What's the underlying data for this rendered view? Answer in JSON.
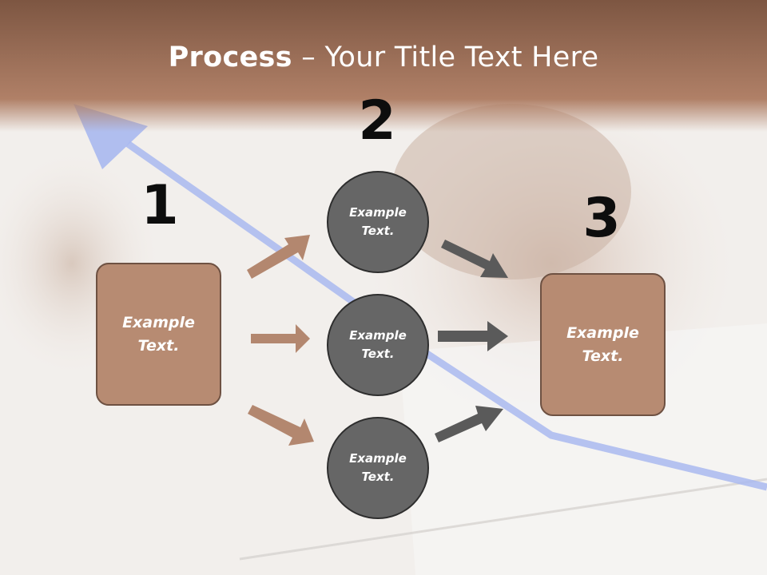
{
  "title": {
    "bold": "Process",
    "rest": " – Your Title Text Here"
  },
  "steps": {
    "one": "1",
    "two": "2",
    "three": "3"
  },
  "left_box": {
    "line1": "Example",
    "line2": "Text."
  },
  "circles": [
    {
      "line1": "Example",
      "line2": "Text."
    },
    {
      "line1": "Example",
      "line2": "Text."
    },
    {
      "line1": "Example",
      "line2": "Text."
    }
  ],
  "right_box": {
    "line1": "Example",
    "line2": "Text."
  },
  "colors": {
    "header": "#a87861",
    "box": "#b78b72",
    "circle": "#666666",
    "arrow_left": "#b3876f",
    "arrow_right": "#5a5a5a",
    "trend": "#a9b8f0"
  }
}
